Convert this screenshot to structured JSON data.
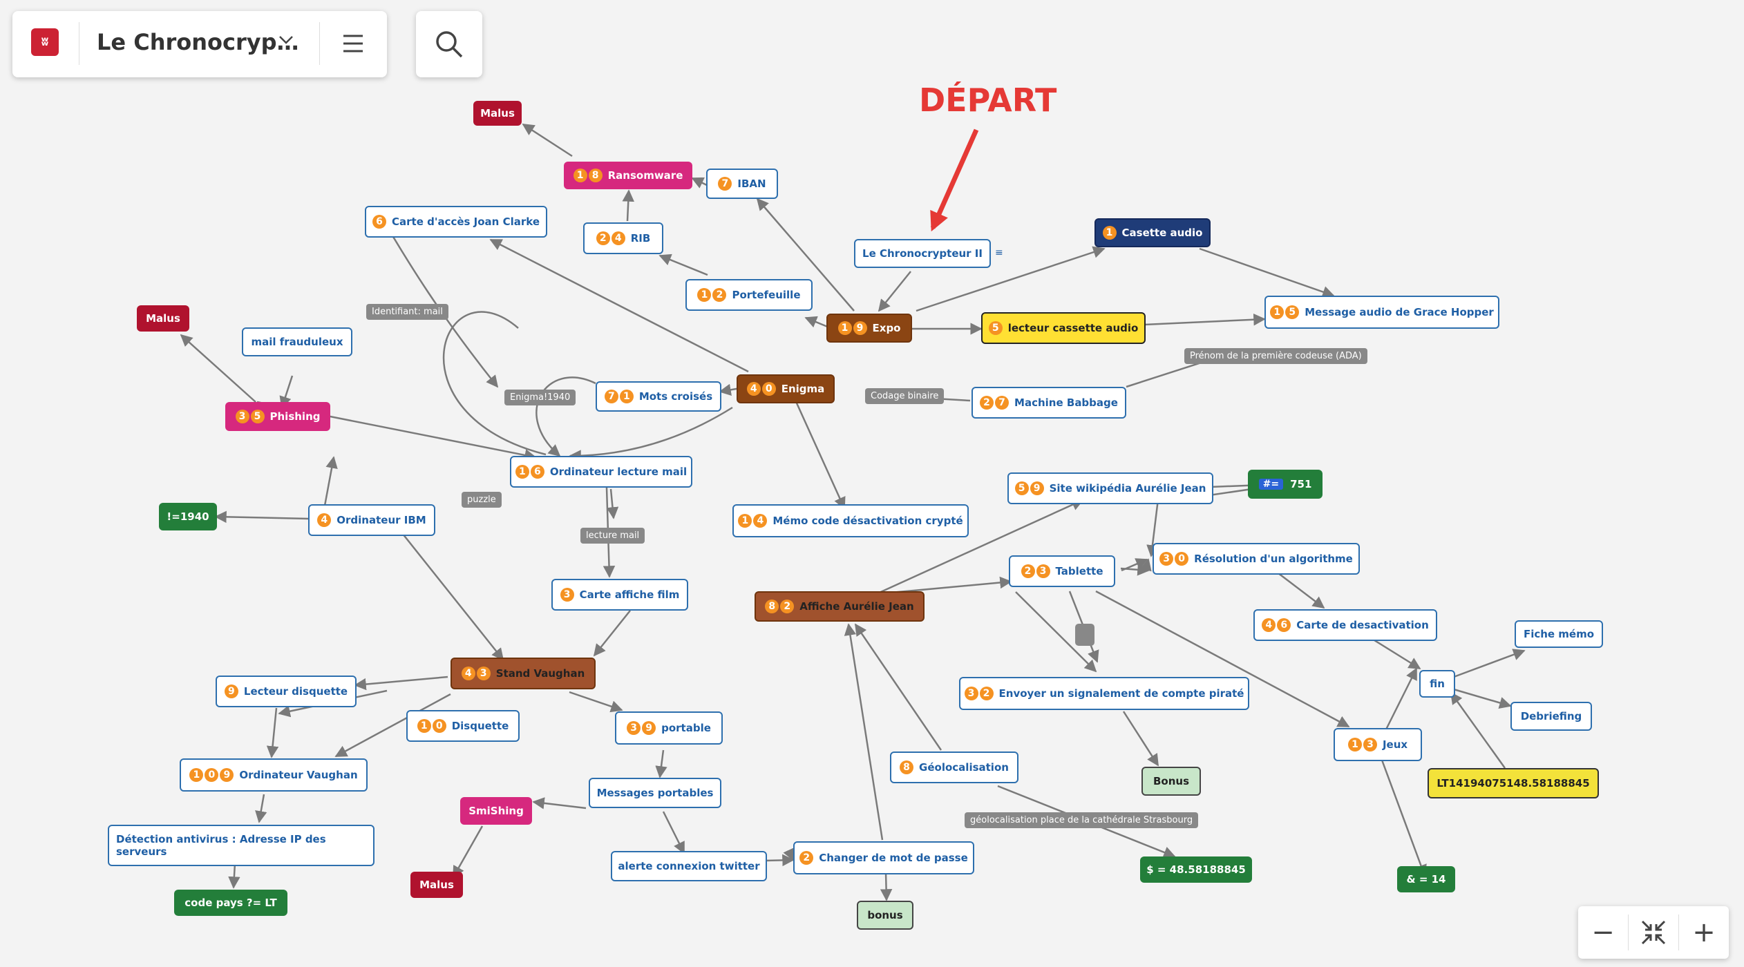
{
  "app": {
    "title": "Le Chronocryp…",
    "logo_icon": "mindmap-logo-icon",
    "brand_color": "#cc2233"
  },
  "toolbar": {
    "dropdown_icon": "chevron-down-icon",
    "menu_icon": "hamburger-menu-icon",
    "search_icon": "search-icon"
  },
  "zoom": {
    "out_label": "−",
    "fit_icon": "collapse-icon",
    "in_label": "+"
  },
  "annotation": {
    "text": "DÉPART",
    "color": "#e53935"
  },
  "nodes": {
    "malus1": "Malus",
    "ransomware": {
      "nums": [
        "1",
        "8"
      ],
      "label": "Ransomware"
    },
    "iban": {
      "nums": [
        "7"
      ],
      "label": "IBAN"
    },
    "carte_acces": {
      "nums": [
        "6"
      ],
      "label": "Carte d'accès Joan Clarke"
    },
    "rib": {
      "nums": [
        "2",
        "4"
      ],
      "label": "RIB"
    },
    "chronocrypteur": "Le Chronocrypteur II",
    "cassette": {
      "nums": [
        "1"
      ],
      "label": "Casette audio"
    },
    "portefeuille": {
      "nums": [
        "1",
        "2"
      ],
      "label": "Portefeuille"
    },
    "malus2": "Malus",
    "mail_frauduleux": "mail frauduleux",
    "expo": {
      "nums": [
        "1",
        "9"
      ],
      "label": "Expo"
    },
    "lecteur_cassette": {
      "nums": [
        "5"
      ],
      "label": "lecteur cassette audio"
    },
    "message_audio": {
      "nums": [
        "1",
        "5"
      ],
      "label": "Message audio de Grace Hopper"
    },
    "phishing": {
      "nums": [
        "3",
        "5"
      ],
      "label": "Phishing"
    },
    "mots_croises": {
      "nums": [
        "7",
        "1"
      ],
      "label": "Mots croisés"
    },
    "enigma": {
      "nums": [
        "4",
        "0"
      ],
      "label": "Enigma"
    },
    "babbage": {
      "nums": [
        "2",
        "7"
      ],
      "label": "Machine Babbage"
    },
    "ordi_mail": {
      "nums": [
        "1",
        "6"
      ],
      "label": "Ordinateur lecture mail"
    },
    "wiki": {
      "nums": [
        "5",
        "9"
      ],
      "label": "Site wikipédia Aurélie Jean"
    },
    "hash751": {
      "prefix": "#=",
      "label": "751"
    },
    "neq1940": "!=1940",
    "ordi_ibm": {
      "nums": [
        "4"
      ],
      "label": "Ordinateur IBM"
    },
    "memo": {
      "nums": [
        "1",
        "4"
      ],
      "label": "Mémo code désactivation crypté"
    },
    "resolution": {
      "nums": [
        "3",
        "0"
      ],
      "label": "Résolution d'un algorithme"
    },
    "tablette": {
      "nums": [
        "2",
        "3"
      ],
      "label": "Tablette"
    },
    "carte_film": {
      "nums": [
        "3"
      ],
      "label": "Carte affiche film"
    },
    "affiche": {
      "nums": [
        "8",
        "2"
      ],
      "label": "Affiche Aurélie Jean"
    },
    "carte_desac": {
      "nums": [
        "4",
        "6"
      ],
      "label": "Carte de desactivation"
    },
    "fiche_memo": "Fiche mémo",
    "stand": {
      "nums": [
        "4",
        "3"
      ],
      "label": "Stand Vaughan"
    },
    "fin": "fin",
    "lecteur_disq": {
      "nums": [
        "9"
      ],
      "label": "Lecteur disquette"
    },
    "signalement": {
      "nums": [
        "3",
        "2"
      ],
      "label": "Envoyer un signalement de compte piraté"
    },
    "debriefing": "Debriefing",
    "disquette": {
      "nums": [
        "1",
        "0"
      ],
      "label": "Disquette"
    },
    "portable": {
      "nums": [
        "3",
        "9"
      ],
      "label": "portable"
    },
    "jeux": {
      "nums": [
        "1",
        "3"
      ],
      "label": "Jeux"
    },
    "geoloc": {
      "nums": [
        "8"
      ],
      "label": "Géolocalisation"
    },
    "bonus1": "Bonus",
    "lt_code": "LT14194075148.58188845",
    "ordi_vaughan": {
      "nums": [
        "1",
        "0",
        "9"
      ],
      "label": "Ordinateur Vaughan"
    },
    "smishing": "SmiShing",
    "messages_portables": "Messages portables",
    "detection": "Détection antivirus : Adresse IP des serveurs",
    "alerte": "alerte connexion twitter",
    "changer_mdp": {
      "nums": [
        "2"
      ],
      "label": "Changer de mot de passe"
    },
    "dollar": "$ = 48.58188845",
    "amp14": "& = 14",
    "malus3": "Malus",
    "code_pays": "code pays  ?= LT",
    "bonus2": "bonus"
  },
  "edge_labels": {
    "identifiant": "Identifiant: mail",
    "prenom": "Prénom de la première codeuse (ADA)",
    "enigma1940": "Enigma!1940",
    "codage": "Codage binaire",
    "puzzle": "puzzle",
    "lecture_mail": "lecture mail",
    "geoloc_place": "géolocalisation place de la cathédrale Strasbourg"
  }
}
